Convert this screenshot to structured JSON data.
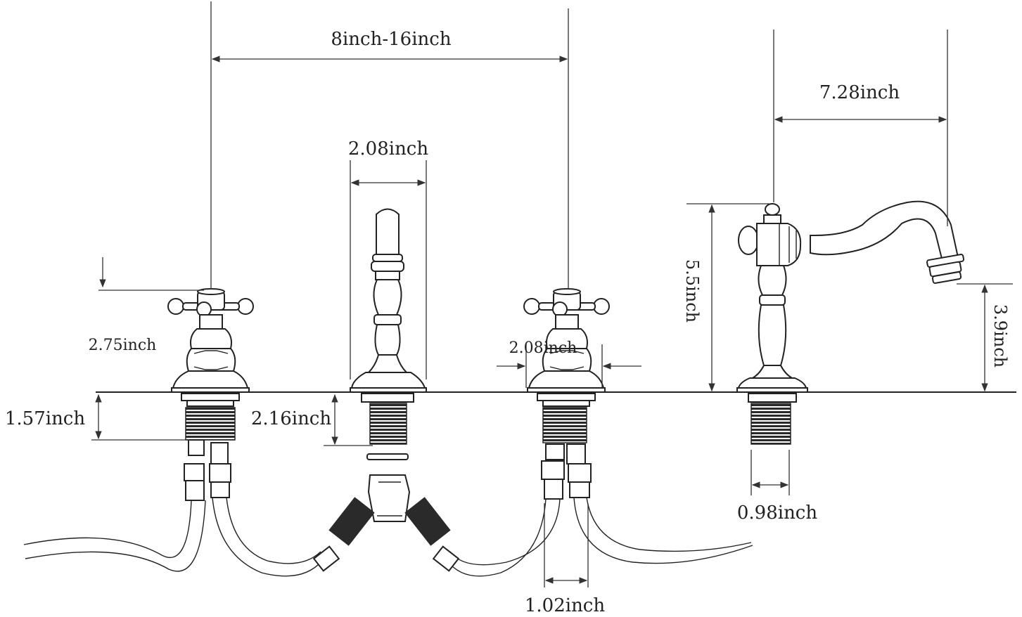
{
  "dimensions": {
    "handle_spread": "8inch-16inch",
    "spout_reach": "7.28inch",
    "sprayer_width": "2.08inch",
    "handle_base_width": "2.08inch",
    "handle_height": "2.75inch",
    "shank_handle": "1.57inch",
    "shank_sprayer": "2.16inch",
    "spout_height": "5.5inch",
    "spout_clearance": "3.9inch",
    "shank_diameter": "0.98inch",
    "supply_spacing": "1.02inch"
  },
  "colors": {
    "line": "#222222",
    "hatch": "#2a2a2a"
  }
}
